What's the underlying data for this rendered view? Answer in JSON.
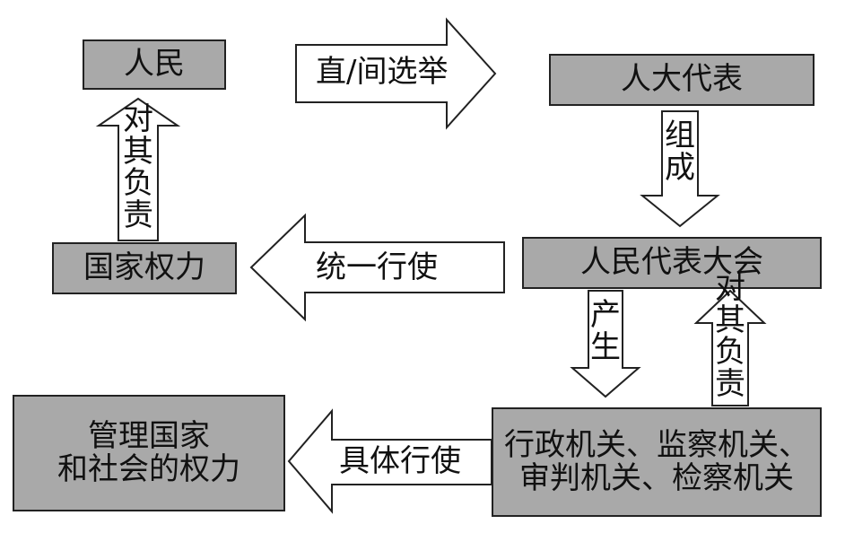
{
  "nodes": {
    "people": "人民",
    "deputies": "人大代表",
    "congress": "人民代表大会",
    "state_power": "国家权力",
    "manage": [
      "管理国家",
      "和社会的权力"
    ],
    "organs": [
      "行政机关、监察机关、",
      "审判机关、检察机关"
    ]
  },
  "edges": {
    "election": "直/间选举",
    "compose": [
      "组",
      "成"
    ],
    "exercise": "统一行使",
    "accountable_left": [
      "对",
      "其",
      "负",
      "责"
    ],
    "produce": [
      "产",
      "生"
    ],
    "accountable_right": [
      "对",
      "其",
      "负",
      "责"
    ],
    "concrete": "具体行使"
  },
  "colors": {
    "box_fill": "#a9a9a9",
    "stroke": "#222222",
    "arrow_fill": "#ffffff"
  }
}
